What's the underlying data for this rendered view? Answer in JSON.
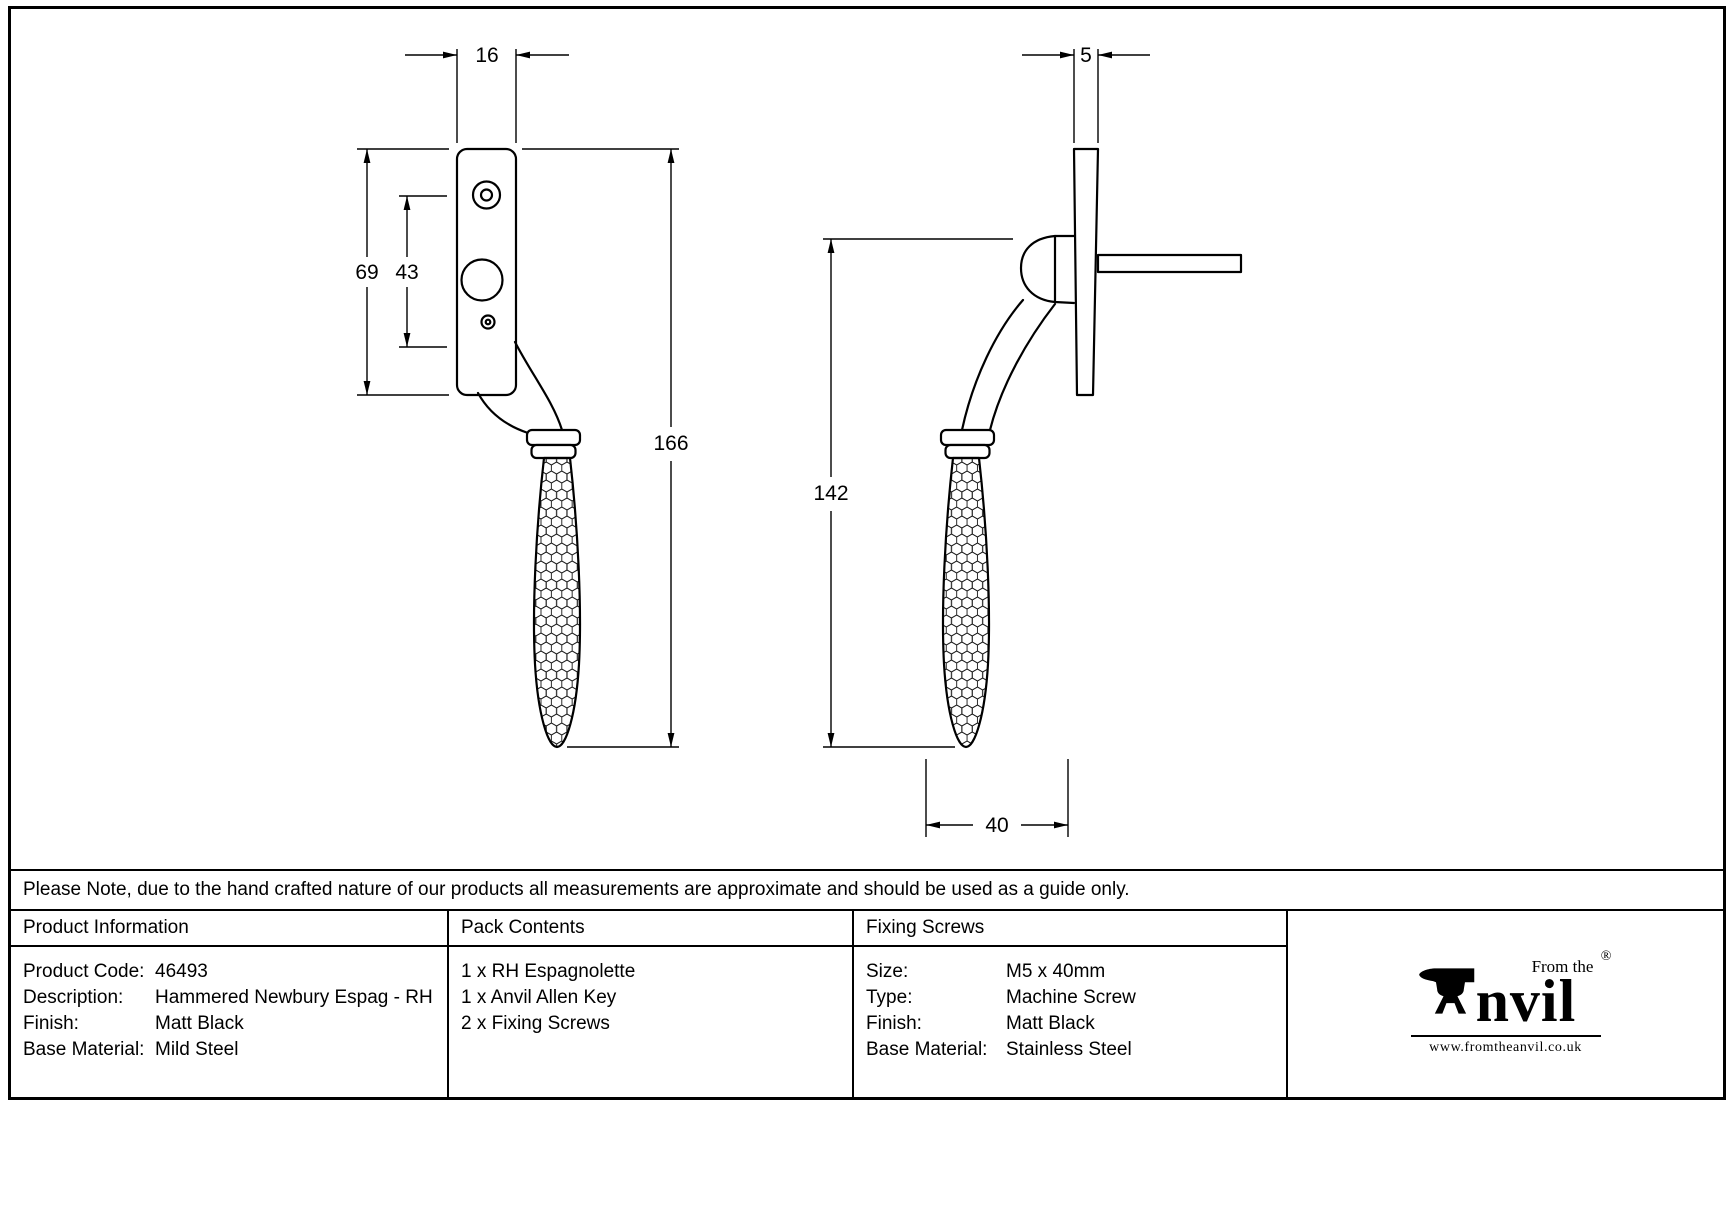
{
  "drawing": {
    "front_view": {
      "dim_width": "16",
      "dim_height_outer": "69",
      "dim_height_inner": "43",
      "dim_total": "166"
    },
    "side_view": {
      "dim_thickness": "5",
      "dim_height": "142",
      "dim_depth": "40"
    }
  },
  "note": "Please Note, due to the hand crafted nature of our products all measurements are approximate and should be used as a guide only.",
  "product_info": {
    "header": "Product Information",
    "rows": [
      {
        "label": "Product Code:",
        "value": "46493"
      },
      {
        "label": "Description:",
        "value": "Hammered Newbury Espag - RH"
      },
      {
        "label": "Finish:",
        "value": "Matt Black"
      },
      {
        "label": "Base Material:",
        "value": "Mild Steel"
      }
    ]
  },
  "pack_contents": {
    "header": "Pack Contents",
    "items": [
      "1 x RH Espagnolette",
      "1 x Anvil Allen Key",
      "2 x Fixing Screws"
    ]
  },
  "fixing_screws": {
    "header": "Fixing Screws",
    "rows": [
      {
        "label": "Size:",
        "value": "M5 x 40mm"
      },
      {
        "label": "Type:",
        "value": "Machine Screw"
      },
      {
        "label": "Finish:",
        "value": "Matt Black"
      },
      {
        "label": "Base Material:",
        "value": "Stainless Steel"
      }
    ]
  },
  "logo": {
    "tagline": "From the",
    "brand_rest": "nvil",
    "registered": "®",
    "url": "www.fromtheanvil.co.uk"
  }
}
